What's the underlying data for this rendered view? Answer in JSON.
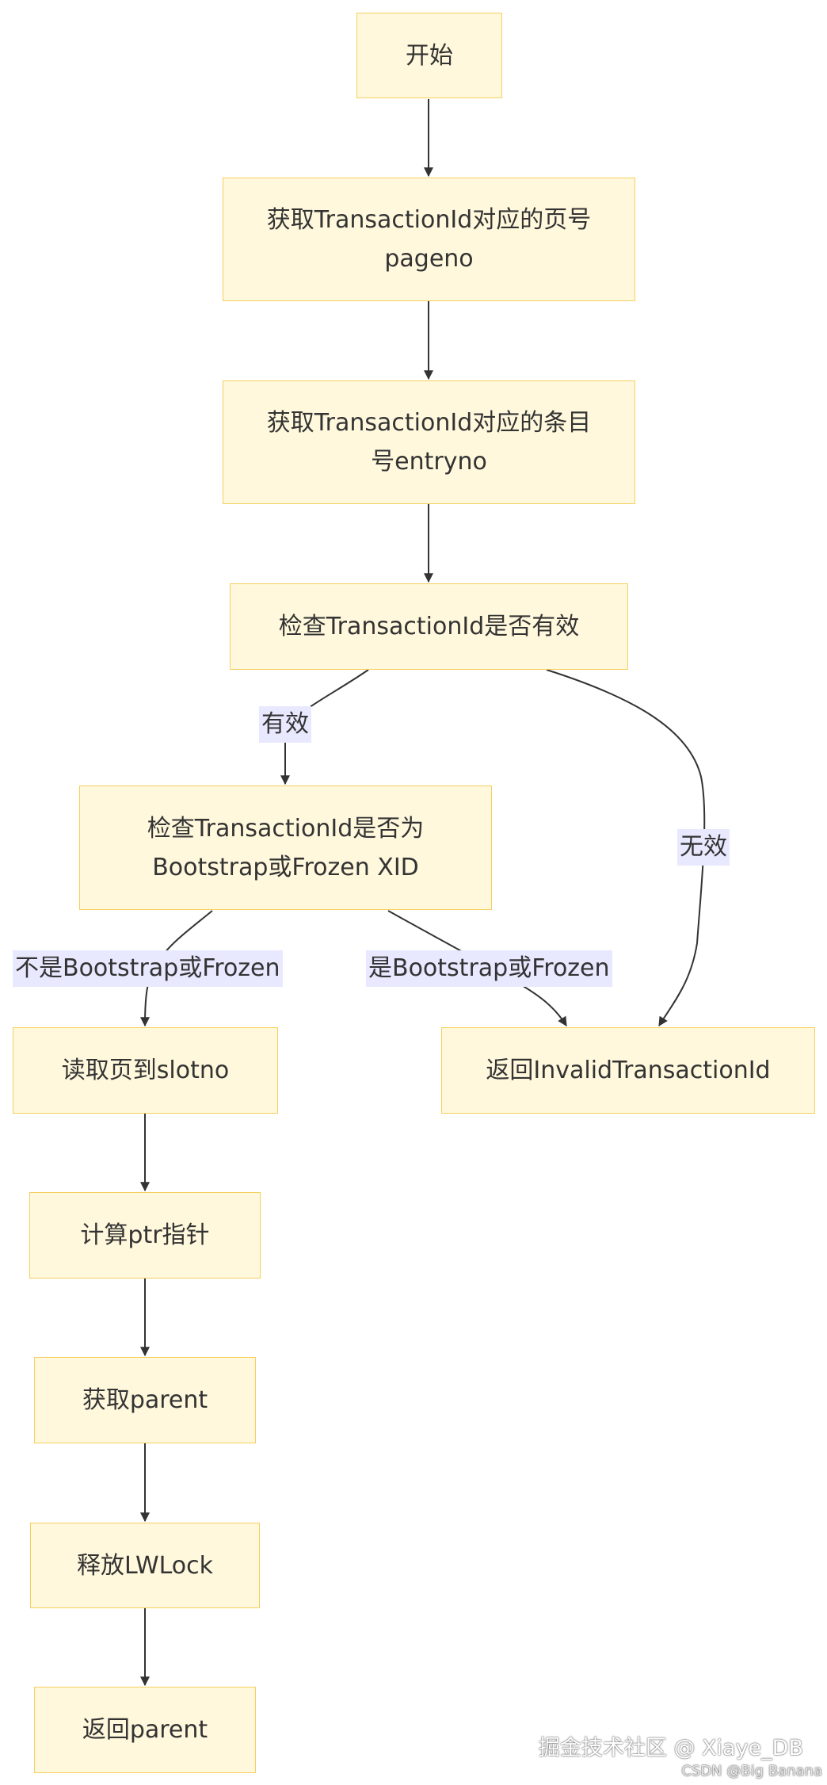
{
  "nodes": {
    "start": "开始",
    "get_pageno": "获取TransactionId对应的页号pageno",
    "get_entryno": "获取TransactionId对应的条目号entryno",
    "check_valid": "检查TransactionId是否有效",
    "check_bootstrap": "检查TransactionId是否为Bootstrap或Frozen XID",
    "read_page": "读取页到slotno",
    "calc_ptr": "计算ptr指针",
    "get_parent": "获取parent",
    "release_lock": "释放LWLock",
    "return_parent": "返回parent",
    "return_invalid": "返回InvalidTransactionId"
  },
  "edge_labels": {
    "valid": "有效",
    "invalid": "无效",
    "not_bootstrap": "不是Bootstrap或Frozen",
    "is_bootstrap": "是Bootstrap或Frozen"
  },
  "watermark": {
    "main": "掘金技术社区 @ Xiaye_DB",
    "sub": "CSDN @Big Banana"
  },
  "colors": {
    "node_fill": "#fff8dc",
    "node_border": "#f5cf5e",
    "edge_stroke": "#333333",
    "label_background": "#e8e8ff"
  }
}
